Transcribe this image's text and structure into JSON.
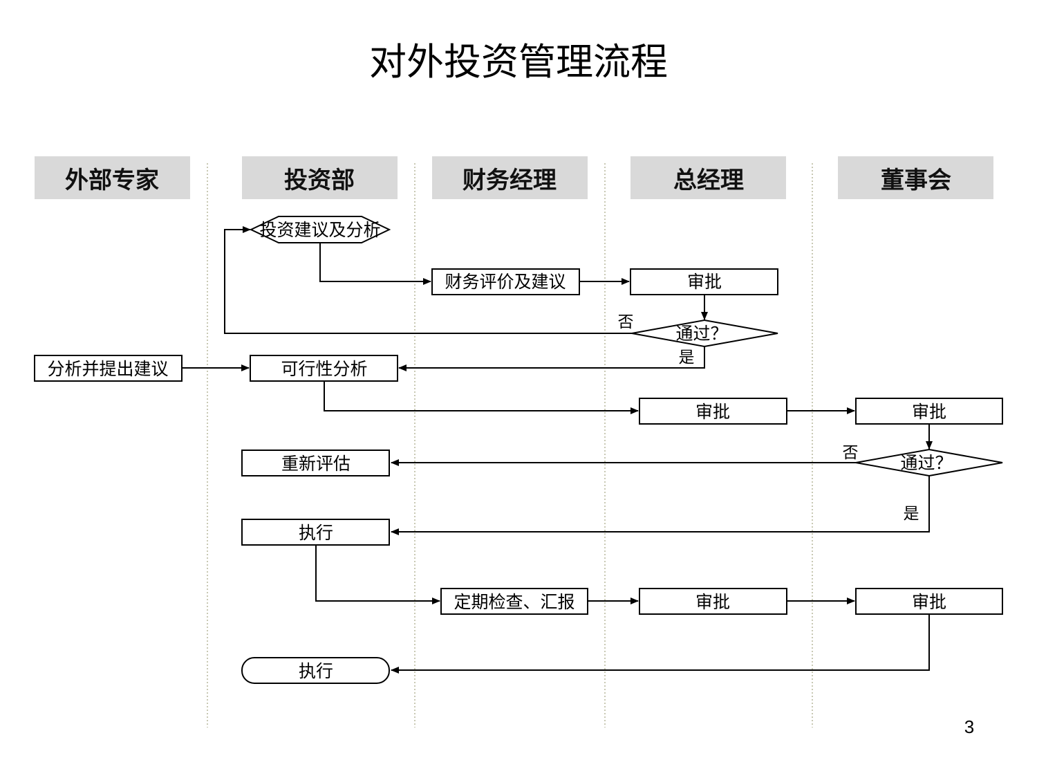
{
  "title": "对外投资管理流程",
  "lanes": {
    "external_expert": "外部专家",
    "investment_dept": "投资部",
    "finance_manager": "财务经理",
    "general_manager": "总经理",
    "board": "董事会"
  },
  "nodes": {
    "investment_proposal": "投资建议及分析",
    "finance_evaluation": "财务评价及建议",
    "gm_approval_1": "审批",
    "decision_1": "通过？",
    "expert_analysis": "分析并提出建议",
    "feasibility_analysis": "可行性分析",
    "gm_approval_2": "审批",
    "board_approval_1": "审批",
    "decision_2": "通过？",
    "reevaluate": "重新评估",
    "execute": "执行",
    "periodic_check": "定期检查、汇报",
    "gm_approval_3": "审批",
    "board_approval_2": "审批",
    "execute_end": "执行"
  },
  "edge_labels": {
    "decision_1_no": "否",
    "decision_1_yes": "是",
    "decision_2_no": "否",
    "decision_2_yes": "是"
  },
  "page_number": "3"
}
